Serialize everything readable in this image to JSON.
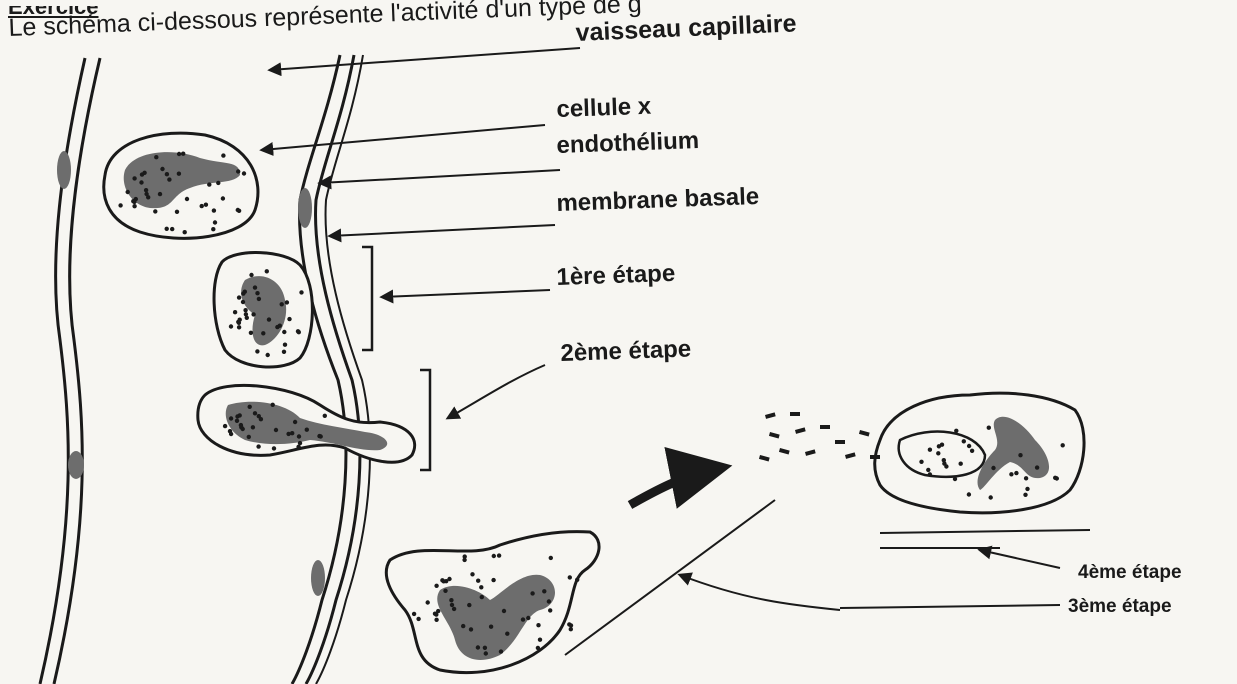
{
  "exercise_heading": "Exercice",
  "intro_text": "Le schéma ci-dessous  représente l'activité d'un type de g",
  "labels": {
    "vessel": "vaisseau capillaire",
    "cell_x": "cellule x",
    "endothelium": "endothélium",
    "basal_membrane": "membrane basale",
    "step1": "1ère étape",
    "step2": "2ème étape",
    "step4": "4ème étape",
    "step3": "3ème étape"
  },
  "colors": {
    "ink": "#1a1a1a",
    "paper": "#f7f6f2",
    "nucleus": "#6d6d6d"
  }
}
